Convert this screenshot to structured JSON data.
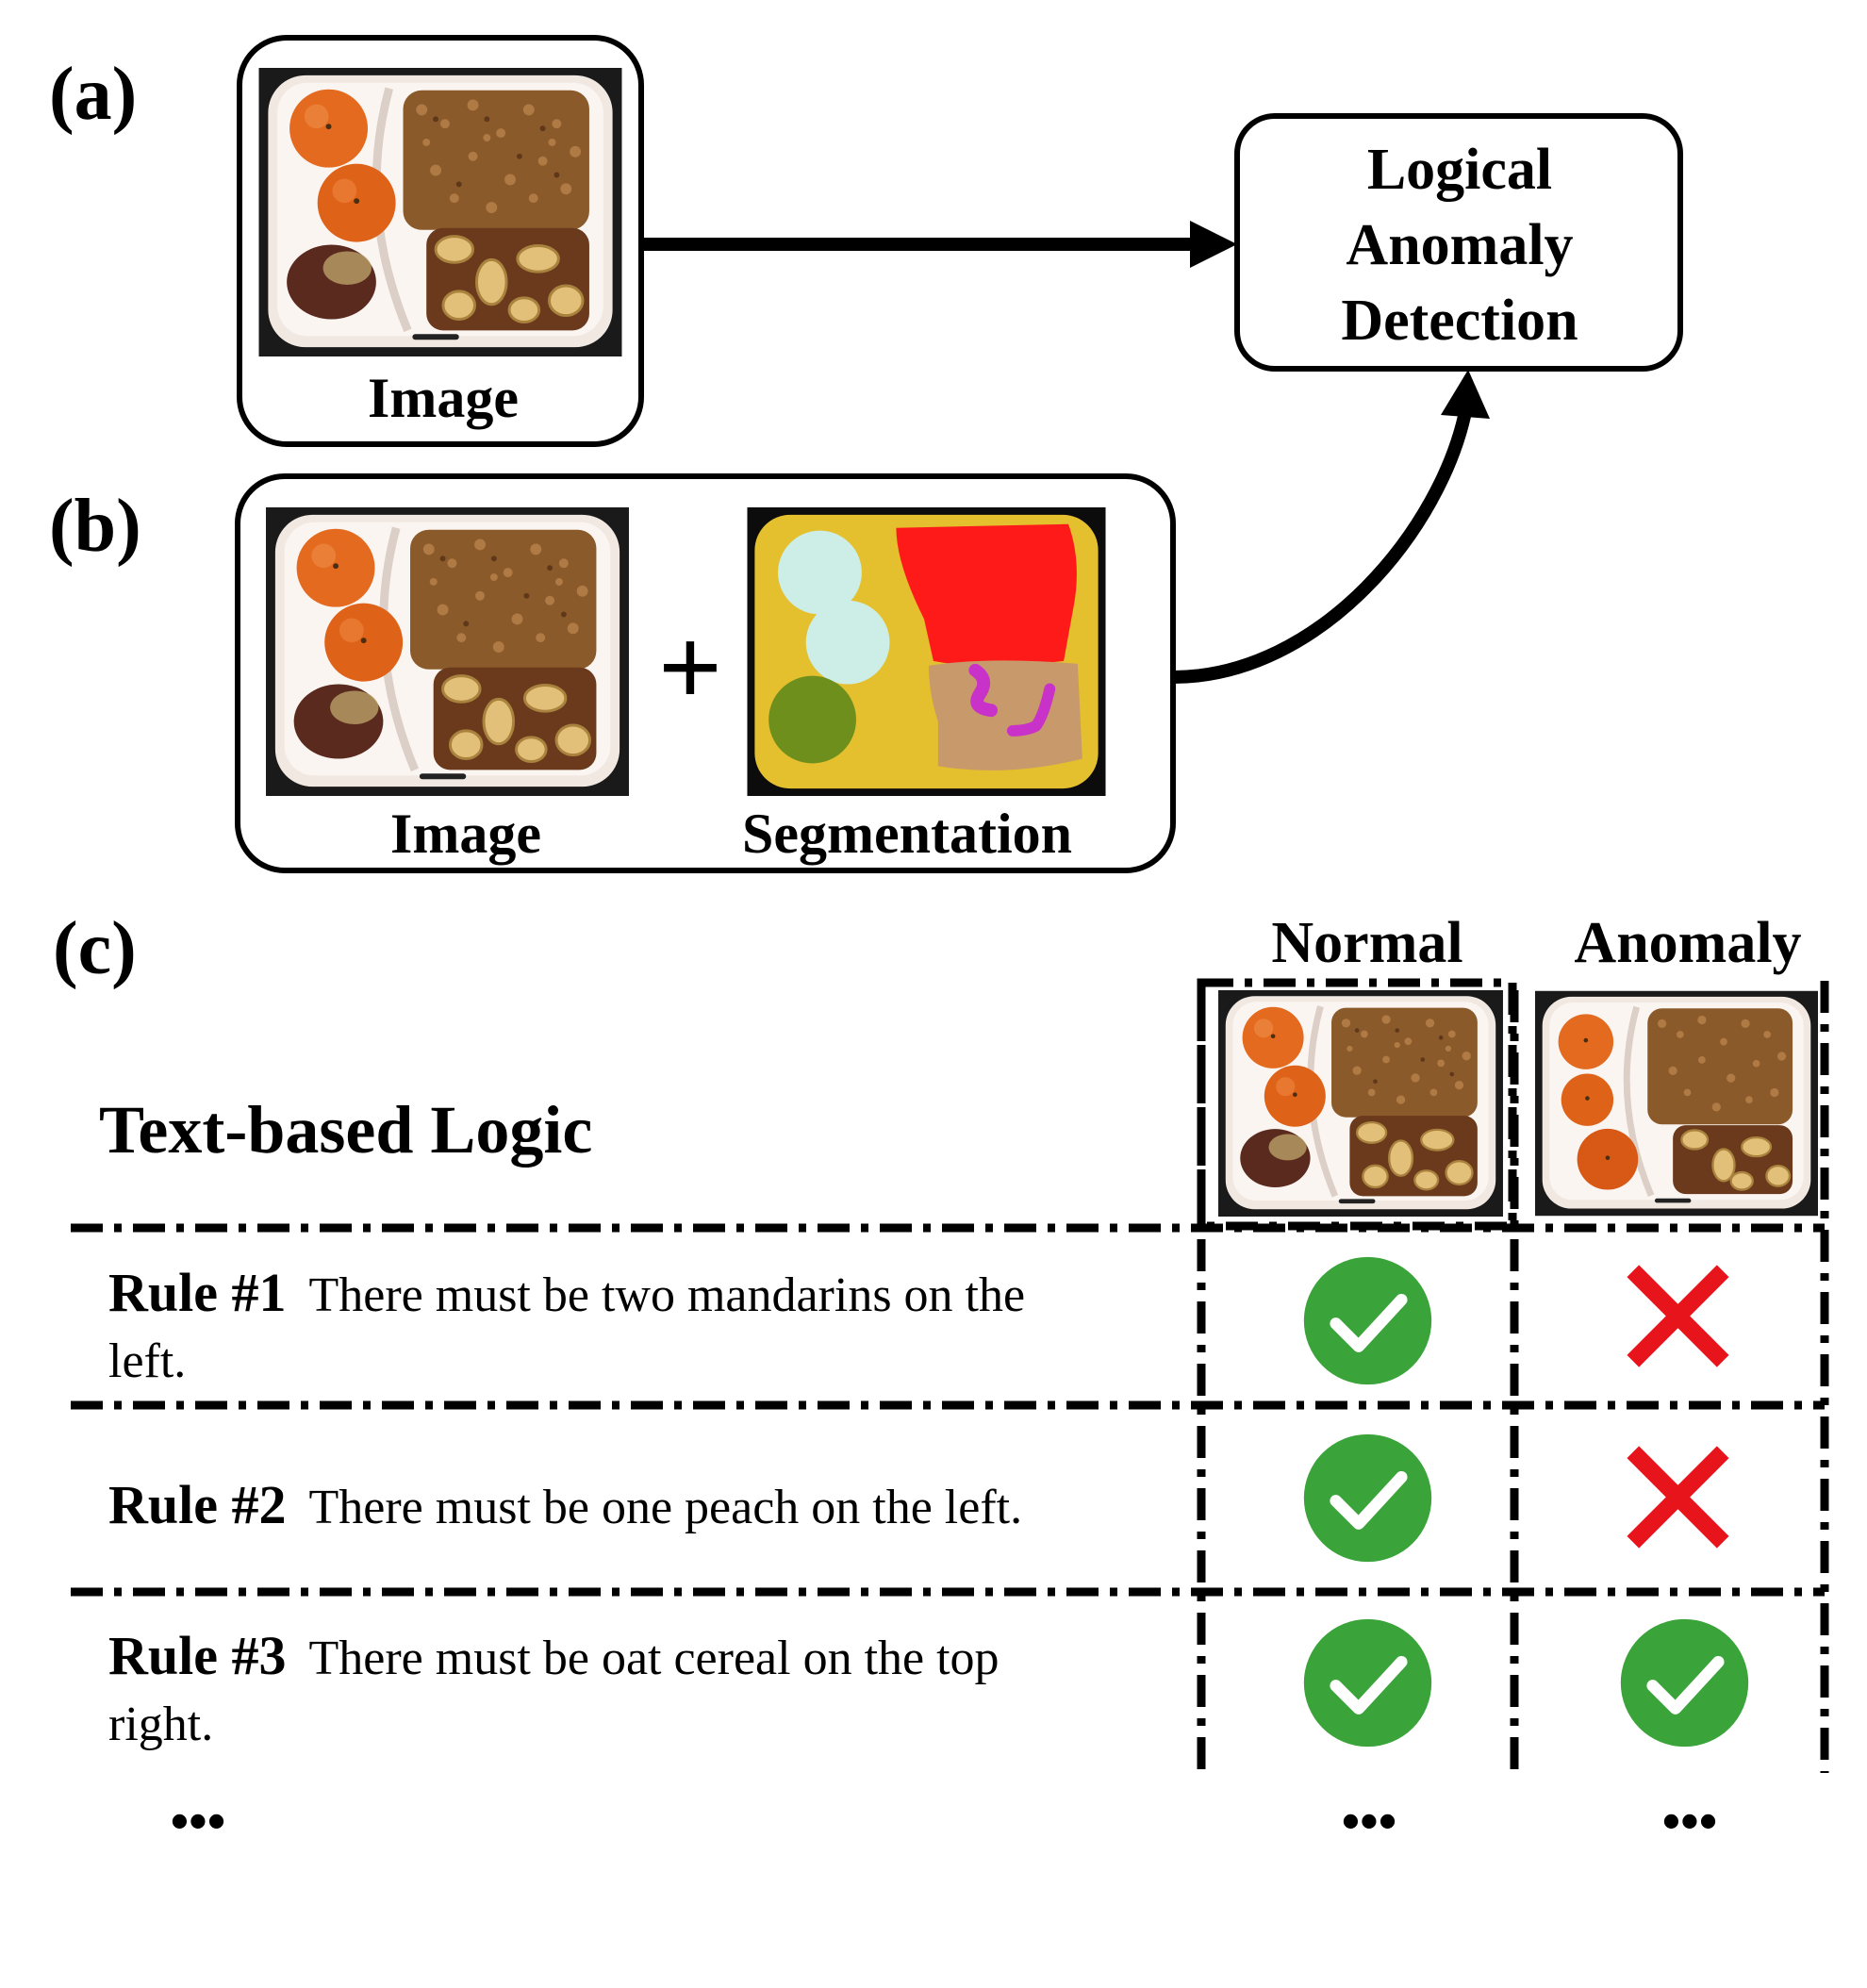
{
  "panel_a": {
    "label": "(a)",
    "image_caption": "Image",
    "target": {
      "line1": "Logical",
      "line2": "Anomaly",
      "line3": "Detection"
    }
  },
  "panel_b": {
    "label": "(b)",
    "image_caption": "Image",
    "plus": "+",
    "segmentation_caption": "Segmentation"
  },
  "panel_c": {
    "label": "(c)",
    "heading": "Text-based Logic",
    "col_normal": "Normal",
    "col_anomaly": "Anomaly",
    "rules": [
      {
        "id": "Rule #1",
        "line1": "There must be two mandarins on the",
        "line2": "left.",
        "normal": "check",
        "anomaly": "cross"
      },
      {
        "id": "Rule #2",
        "line1": "There must be one peach on the left.",
        "line2": "",
        "normal": "check",
        "anomaly": "cross"
      },
      {
        "id": "Rule #3",
        "line1": "There must be oat cereal on the top",
        "line2": "right.",
        "normal": "check",
        "anomaly": "check"
      }
    ],
    "ellipsis": "•••"
  },
  "colors": {
    "check_green": "#3aa43a",
    "cross_red": "#e8141c",
    "seg_background": "#e4bf2e",
    "seg_cereal": "#ff1a1a",
    "seg_mandarin": "#cdeee6",
    "seg_peach": "#6f8f1c",
    "seg_nuts": "#c8996a",
    "seg_banana": "#c832c8"
  },
  "icons": [
    "check-circle-icon",
    "red-cross-icon",
    "arrow-icon",
    "plus-icon"
  ]
}
